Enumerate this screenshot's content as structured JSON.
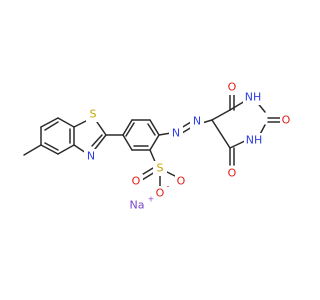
{
  "structure": {
    "atoms": [
      {
        "symbol": "S",
        "element": "S",
        "color": "#c8a400"
      },
      {
        "symbol": "N",
        "element": "N",
        "color": "#2f3fe0"
      },
      {
        "symbol": "N",
        "element": "N",
        "color": "#2f3fe0"
      },
      {
        "symbol": "N",
        "element": "N",
        "color": "#2f3fe0"
      },
      {
        "symbol": "S",
        "element": "S",
        "color": "#c8a400"
      },
      {
        "symbol": "O",
        "element": "O",
        "color": "#e0201a"
      },
      {
        "symbol": "O",
        "element": "O",
        "color": "#e0201a",
        "charge": "-"
      },
      {
        "symbol": "O",
        "element": "O",
        "color": "#e0201a"
      },
      {
        "symbol": "O",
        "element": "O",
        "color": "#e0201a"
      },
      {
        "symbol": "O",
        "element": "O",
        "color": "#e0201a"
      },
      {
        "symbol": "O",
        "element": "O",
        "color": "#e0201a"
      },
      {
        "symbol": "NH",
        "element": "N",
        "color": "#2f3fe0"
      },
      {
        "symbol": "NH",
        "element": "N",
        "color": "#2f3fe0"
      },
      {
        "symbol": "Na",
        "element": "Na",
        "color": "#7a46c8",
        "charge": "+"
      }
    ],
    "bond_color": "#2b2b2b"
  }
}
